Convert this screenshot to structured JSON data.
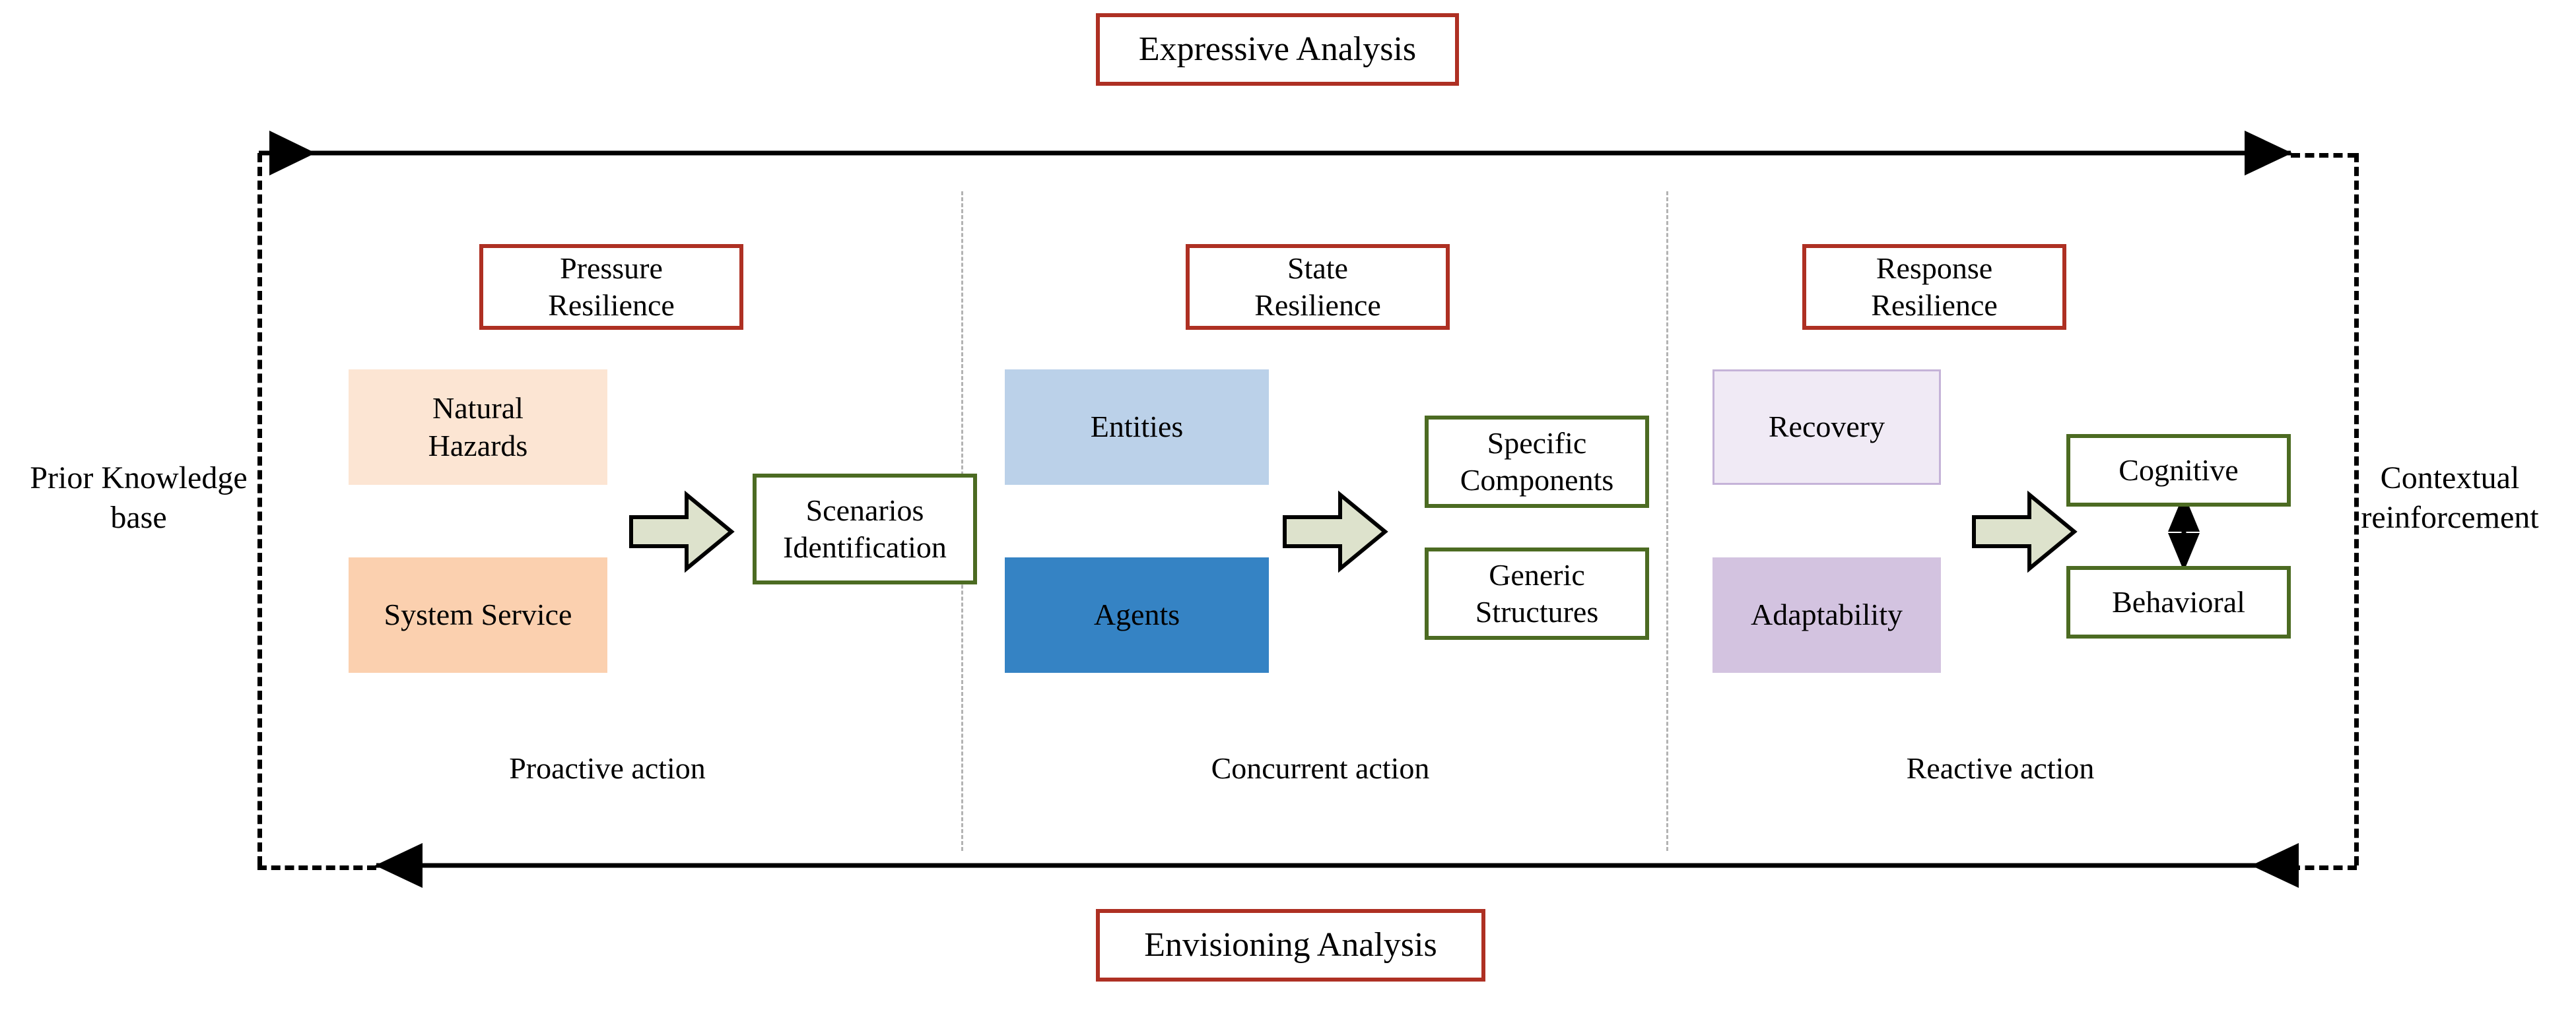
{
  "diagram": {
    "title_top": "Expressive Analysis",
    "title_bottom": "Envisioning  Analysis",
    "left_label": "Prior Knowledge\nbase",
    "right_label": "Contextual\nreinforcement",
    "columns": [
      {
        "key": "pressure",
        "pillar": "Pressure\nResilience",
        "action": "Proactive action",
        "inputs": [
          {
            "label": "Natural\nHazards",
            "color": "#fce5d3"
          },
          {
            "label": "System Service",
            "color": "#fbd0af"
          }
        ],
        "outputs": [
          {
            "label": "Scenarios\nIdentification",
            "color": "#4c6b22"
          }
        ]
      },
      {
        "key": "state",
        "pillar": "State\nResilience",
        "action": "Concurrent action",
        "inputs": [
          {
            "label": "Entities",
            "color": "#bbd1e9"
          },
          {
            "label": "Agents",
            "color": "#3583c4"
          }
        ],
        "outputs": [
          {
            "label": "Specific\nComponents",
            "color": "#4c6b22"
          },
          {
            "label": "Generic\nStructures",
            "color": "#4c6b22"
          }
        ]
      },
      {
        "key": "response",
        "pillar": "Response\nResilience",
        "action": "Reactive action",
        "inputs": [
          {
            "label": "Recovery",
            "color": "#f0eaf5"
          },
          {
            "label": "Adaptability",
            "color": "#d3c3e0"
          }
        ],
        "outputs": [
          {
            "label": "Cognitive",
            "color": "#4c6b22"
          },
          {
            "label": "Behavioral",
            "color": "#4c6b22"
          }
        ]
      }
    ],
    "colors": {
      "accent_red": "#ae3023",
      "accent_green": "#4c6b22",
      "arrow_fill": "#dde2cc",
      "arrow_stroke": "#000000",
      "frame_dash": "#000000",
      "column_divider": "#b3b3b3"
    },
    "icons": {
      "flow_arrow": "block-arrow-right-icon",
      "link_arrow": "double-headed-arrow-icon",
      "top_flow": "arrow-right-icon",
      "bottom_flow": "arrow-left-icon"
    }
  }
}
